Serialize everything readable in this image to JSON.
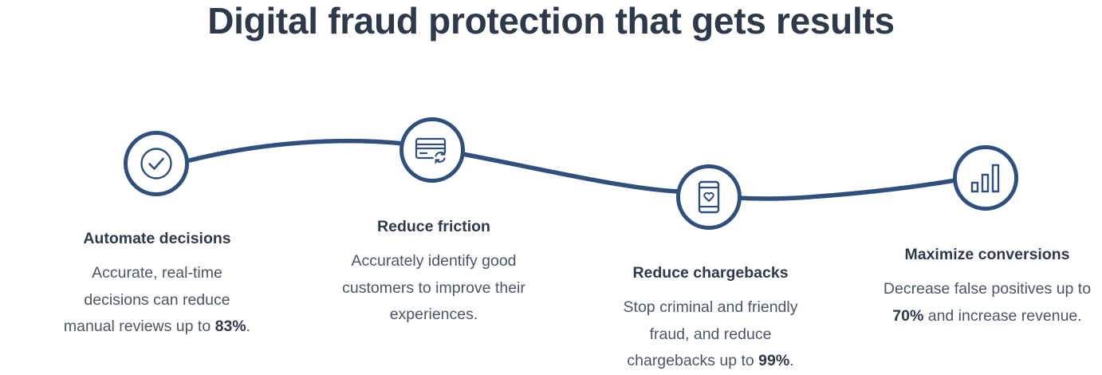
{
  "title": "Digital fraud protection that gets results",
  "colors": {
    "accent": "#2f4f7c",
    "heading": "#2e3a4b",
    "body_text": "#4a5566"
  },
  "features": [
    {
      "icon": "check-circle-icon",
      "title": "Automate decisions",
      "desc_before": "Accurate, real-time decisions can reduce manual reviews up to ",
      "highlight": "83%",
      "desc_after": "."
    },
    {
      "icon": "credit-card-refresh-icon",
      "title": "Reduce friction",
      "desc_before": "Accurately identify good customers to improve their experiences.",
      "highlight": "",
      "desc_after": ""
    },
    {
      "icon": "phone-heart-icon",
      "title": "Reduce chargebacks",
      "desc_before": "Stop criminal and friendly fraud, and reduce chargebacks up to ",
      "highlight": "99%",
      "desc_after": "."
    },
    {
      "icon": "bar-chart-icon",
      "title": "Maximize conversions",
      "desc_before": "Decrease false positives up to ",
      "highlight": "70%",
      "desc_after": " and increase revenue."
    }
  ]
}
